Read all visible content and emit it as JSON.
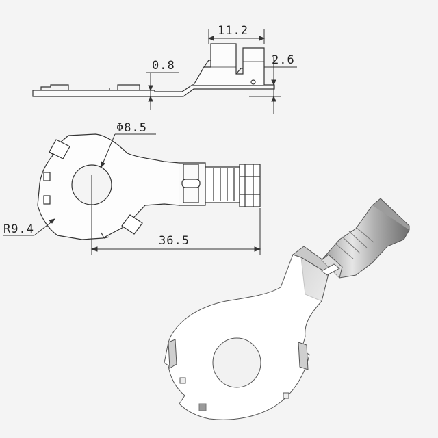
{
  "dimensions": {
    "top_width": "11.2",
    "plate_thickness": "0.8",
    "height_offset": "2.6",
    "hole_diameter": "Φ8.5",
    "outer_radius": "R9.4",
    "overall_length": "36.5"
  },
  "colors": {
    "background": "#f4f4f4",
    "line": "#333333",
    "metal_light": "#ffffff",
    "metal_shade": "#b8b8b8",
    "metal_dark": "#7a7a7a"
  }
}
